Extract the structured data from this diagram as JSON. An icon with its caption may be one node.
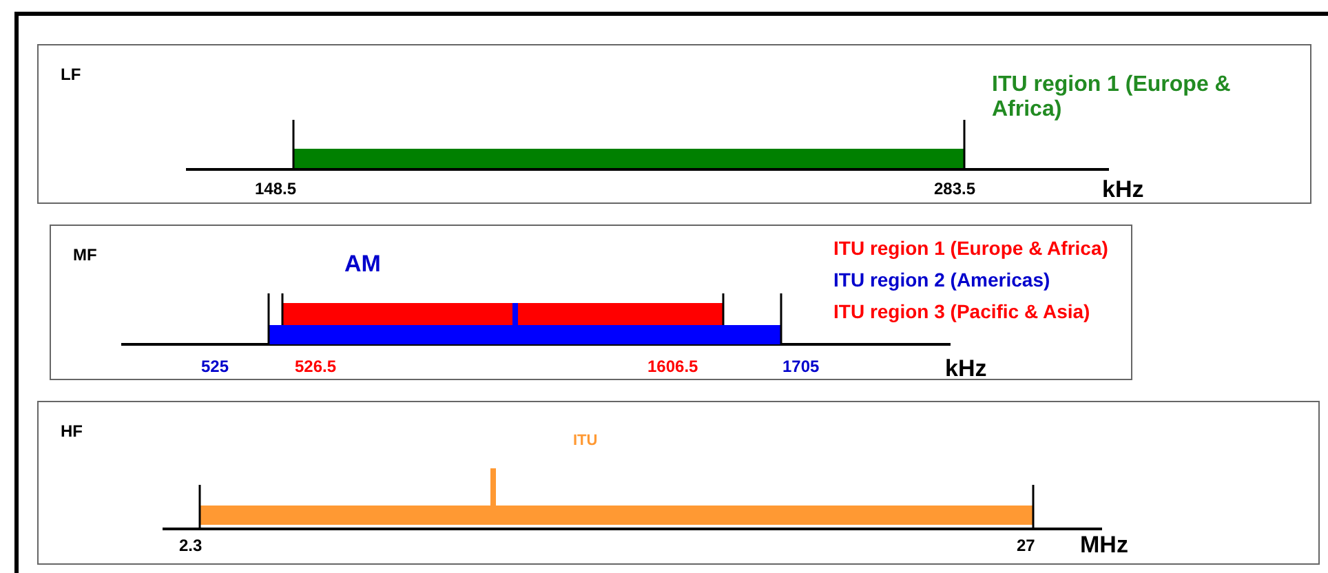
{
  "diagram": {
    "nodes": [
      {
        "text": [
          "LF"
        ]
      },
      {
        "text": [
          "MF"
        ]
      },
      {
        "text": [
          "HF"
        ]
      }
    ],
    "labels": [
      "ITU region 1 (Europe & Africa)",
      "148.5",
      "283.5",
      "kHz",
      "AM",
      "ITU region 1 (Europe & Africa)",
      "ITU region 2 (Americas)",
      "ITU region 3 (Pacific & Asia)",
      "525",
      "526.5",
      "1606.5",
      "1705",
      "kHz",
      "ITU",
      "2.3",
      "27",
      "MHz"
    ]
  }
}
